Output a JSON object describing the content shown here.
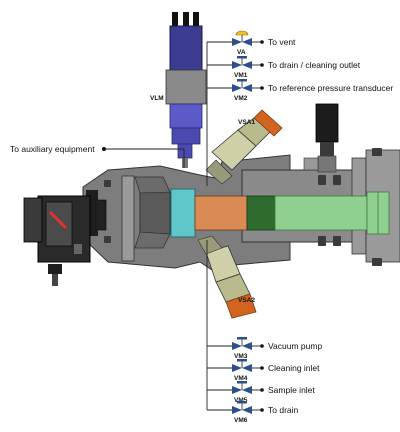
{
  "colors": {
    "body_gray": "#7a7a7a",
    "body_dark": "#4a4a4a",
    "cyan_window": "#5fc6c9",
    "orange_cell": "#d98a55",
    "dark_green": "#2f6b2f",
    "light_green": "#8fcf8f",
    "valve_tan": "#cfcfa8",
    "flange_orange": "#d2641f",
    "valve_blue": "#2b4f8c",
    "valve_yellow": "#f0c020",
    "vlm_purple": "#4a4ab0"
  },
  "labels": {
    "auxiliary": "To auxiliary equipment",
    "vlm": "VLM",
    "vsa1": "VSA1",
    "vsa2": "VSA2"
  },
  "top_valves": [
    {
      "tag": "VA",
      "label": "To vent",
      "icon": "valve-yellow-icon"
    },
    {
      "tag": "VM1",
      "label": "To drain / cleaning outlet",
      "icon": "valve-blue-icon"
    },
    {
      "tag": "VM2",
      "label": "To reference pressure transducer",
      "icon": "valve-blue-icon"
    }
  ],
  "bottom_valves": [
    {
      "tag": "VM3",
      "label": "Vacuum pump",
      "icon": "valve-blue-icon"
    },
    {
      "tag": "VM4",
      "label": "Cleaning inlet",
      "icon": "valve-blue-icon"
    },
    {
      "tag": "VM5",
      "label": "Sample inlet",
      "icon": "valve-blue-icon"
    },
    {
      "tag": "VM6",
      "label": "To drain",
      "icon": "valve-blue-icon"
    }
  ]
}
